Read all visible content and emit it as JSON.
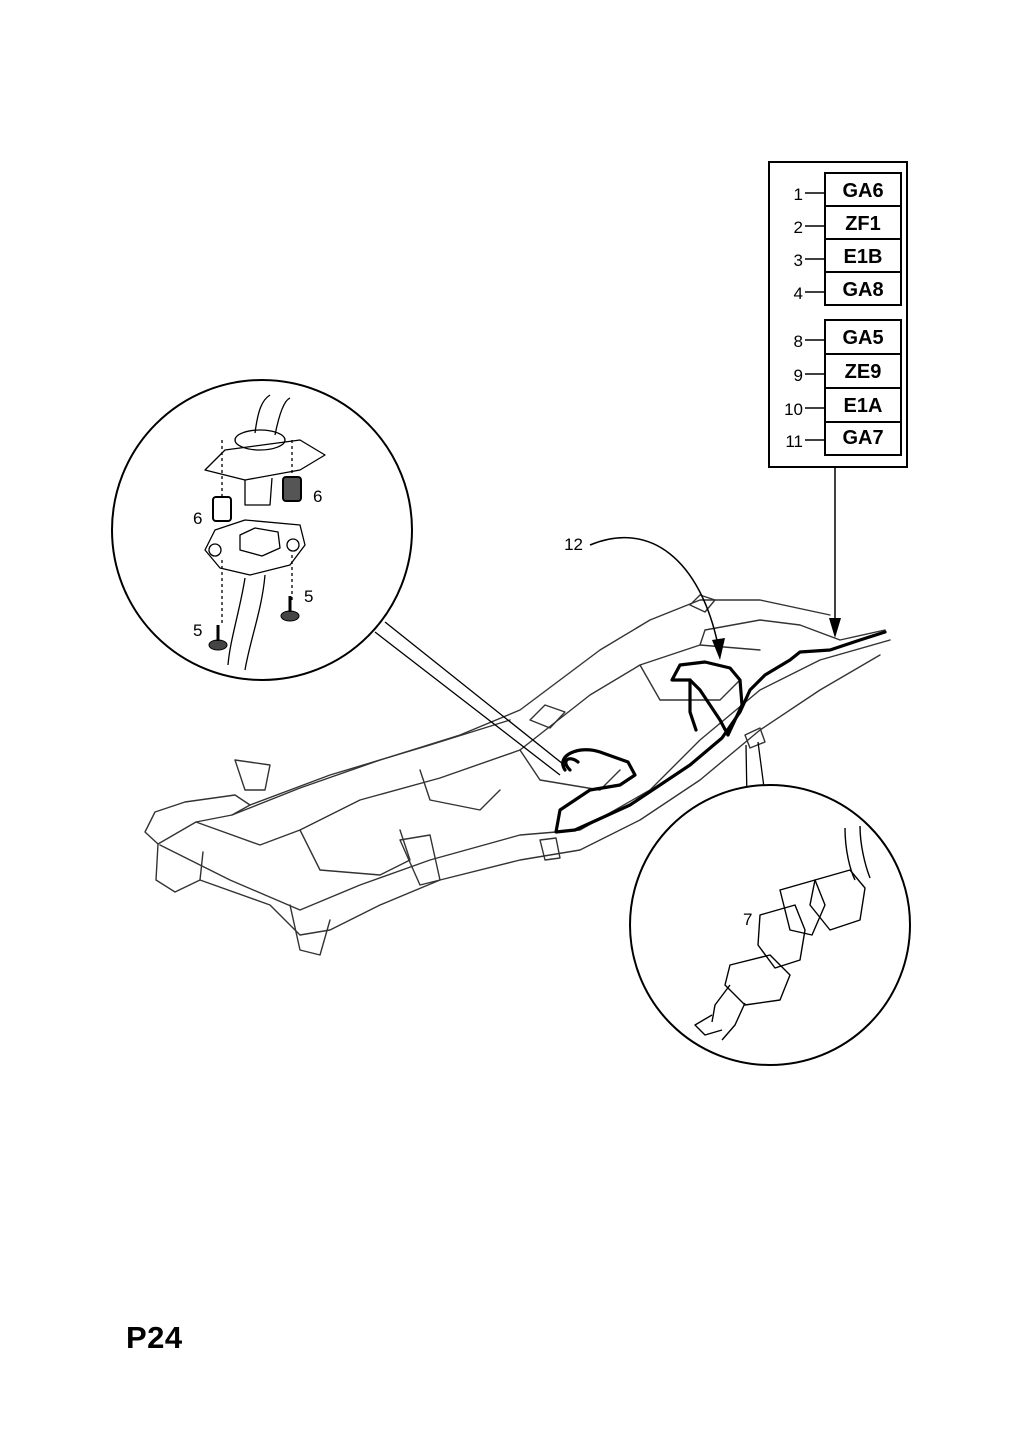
{
  "page_code": "P24",
  "legend": {
    "group_a": [
      {
        "num": "1",
        "code": "GA6"
      },
      {
        "num": "2",
        "code": "ZF1"
      },
      {
        "num": "3",
        "code": "E1B"
      },
      {
        "num": "4",
        "code": "GA8"
      }
    ],
    "group_b": [
      {
        "num": "8",
        "code": "GA5"
      },
      {
        "num": "9",
        "code": "ZE9"
      },
      {
        "num": "10",
        "code": "E1A"
      },
      {
        "num": "11",
        "code": "GA7"
      }
    ]
  },
  "callouts": {
    "harness": "12",
    "connector": "7",
    "bolt_left": "6",
    "bolt_right": "6",
    "screw_left": "5",
    "screw_right": "5"
  },
  "colors": {
    "ink": "#000000",
    "frame_ink": "#333333",
    "paper": "#ffffff"
  }
}
